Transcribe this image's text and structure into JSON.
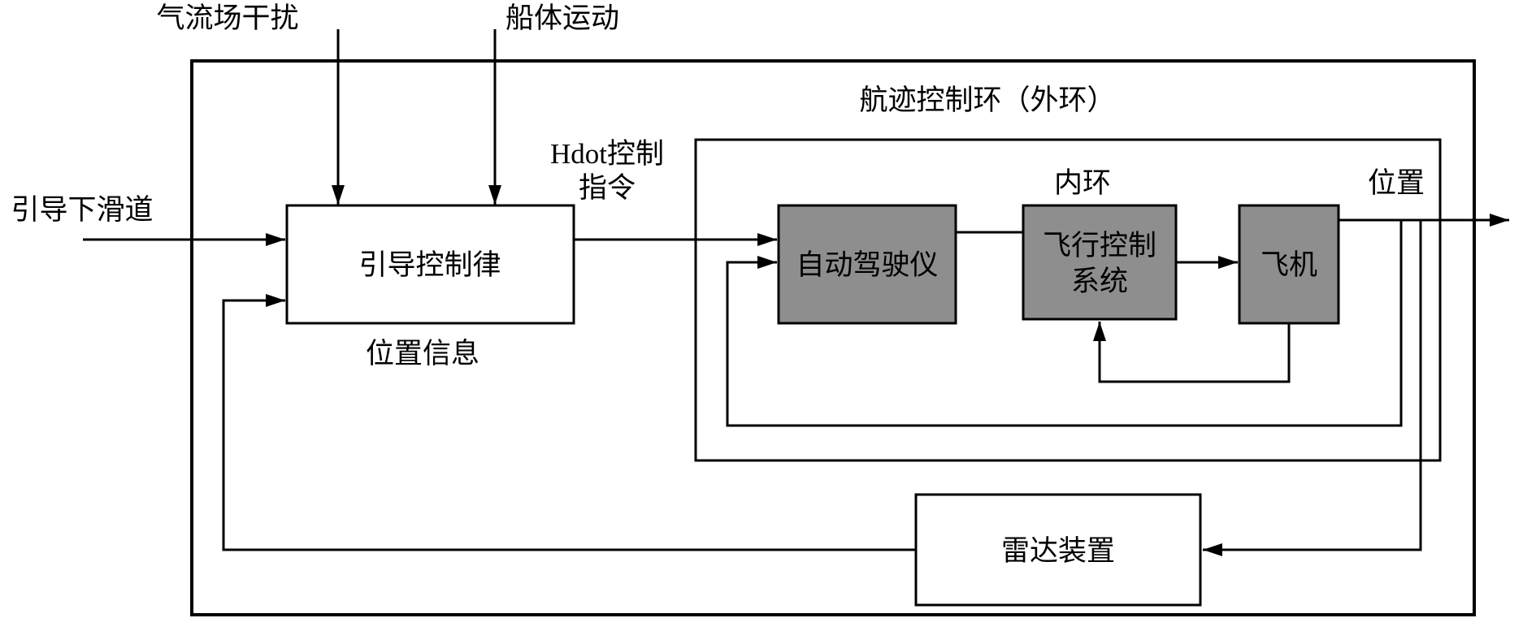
{
  "diagram": {
    "inputs": {
      "airflow_disturbance": "气流场干扰",
      "ship_motion": "船体运动",
      "glide_slope": "引导下滑道"
    },
    "blocks": {
      "guidance_law": "引导控制律",
      "autopilot": "自动驾驶仪",
      "fcs_line1": "飞行控制",
      "fcs_line2": "系统",
      "aircraft": "飞机",
      "radar": "雷达装置"
    },
    "labels": {
      "outer_loop_title": "航迹控制环（外环）",
      "inner_loop": "内环",
      "hdot_command_line1": "Hdot控制",
      "hdot_command_line2": "指令",
      "position_info": "位置信息",
      "position_output": "位置"
    },
    "colors": {
      "block_gray": "#8e8e8e",
      "white": "#ffffff",
      "line": "#000000",
      "background": "#ffffff"
    }
  }
}
